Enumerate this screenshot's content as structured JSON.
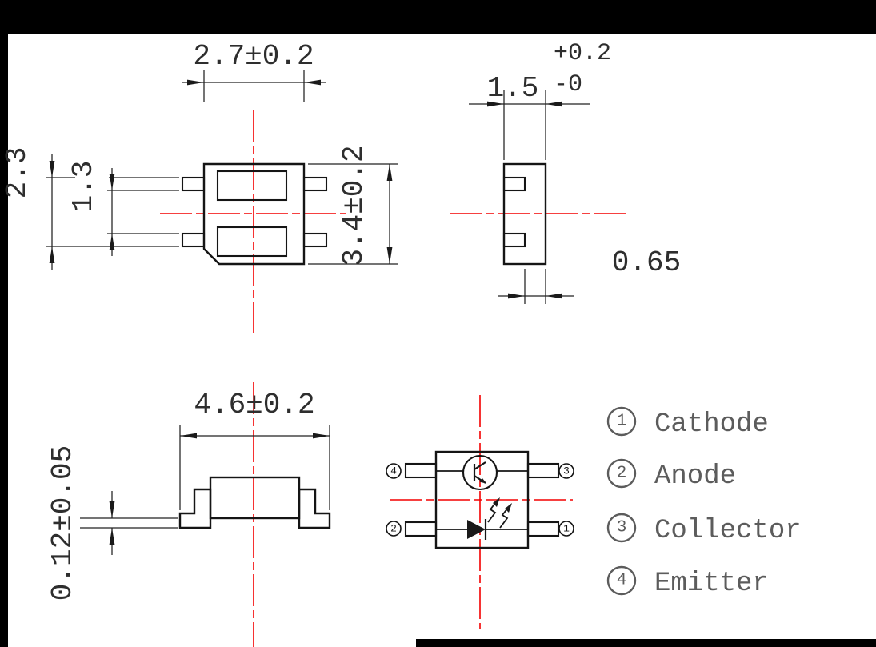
{
  "colors": {
    "sheet": "#ffffff",
    "border": "#000000",
    "drawing_line": "#151515",
    "centerline": "#f40000",
    "dimension_text": "#2e2e2e",
    "legend_text": "#5c5c5c"
  },
  "top_view": {
    "dim_width": "2.7±0.2",
    "dim_height": "3.4±0.2",
    "dim_pins_outer": "2.3",
    "dim_pins_inner": "1.3"
  },
  "side_view": {
    "dim_nominal": "1.5",
    "tol_plus": "+0.2",
    "tol_minus": "-0",
    "dim_lead": "0.65"
  },
  "front_view": {
    "dim_width": "4.6±0.2",
    "dim_standoff": "0.12±0.05"
  },
  "schematic": {
    "pin_top_left": "4",
    "pin_top_right": "3",
    "pin_bottom_left": "2",
    "pin_bottom_right": "1"
  },
  "legend": [
    {
      "num": "1",
      "label": "Cathode"
    },
    {
      "num": "2",
      "label": "Anode"
    },
    {
      "num": "3",
      "label": "Collector"
    },
    {
      "num": "4",
      "label": "Emitter"
    }
  ]
}
